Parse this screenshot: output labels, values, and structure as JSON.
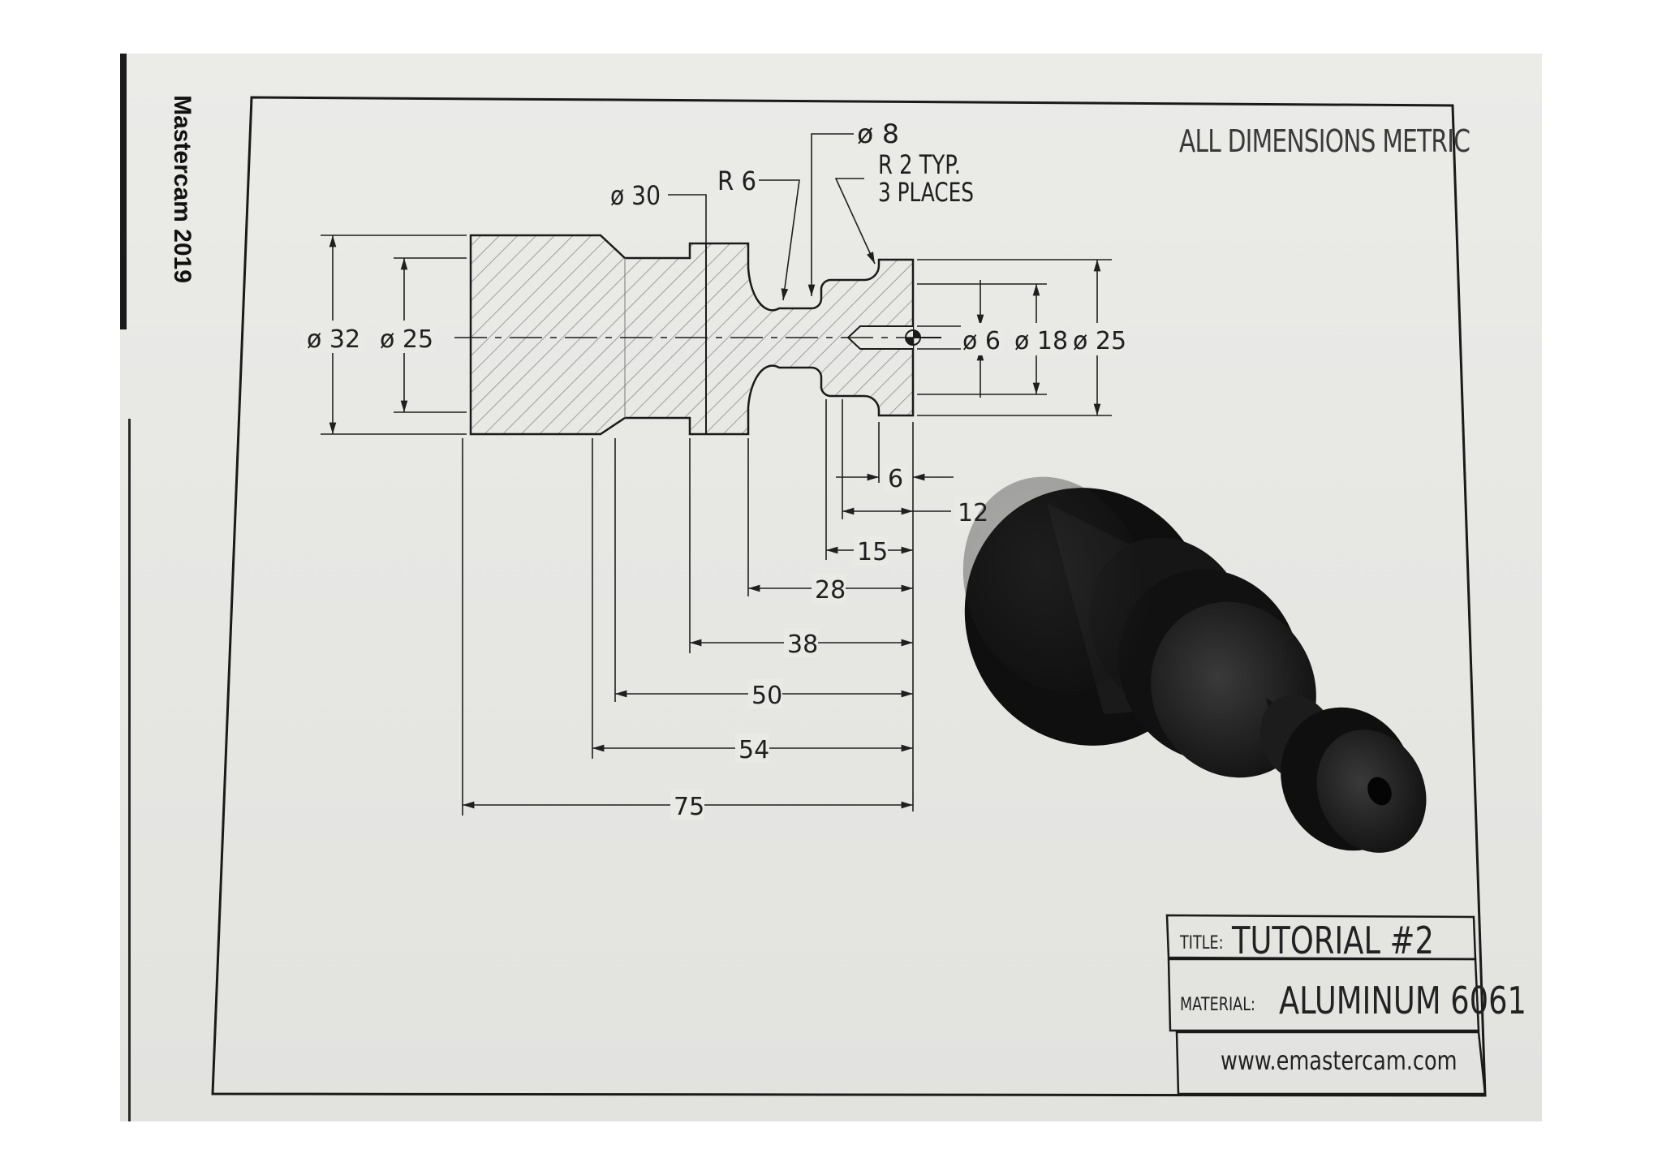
{
  "binding_text": "Mastercam 2019",
  "note": "ALL DIMENSIONS METRIC",
  "callouts": {
    "dia8": "ø 8",
    "r2_line1": "R 2 TYP.",
    "r2_line2": "3 PLACES",
    "r6": "R 6",
    "dia30": "ø 30"
  },
  "left_dims": {
    "dia32": "ø 32",
    "dia25": "ø 25"
  },
  "right_dims": {
    "dia6": "ø 6",
    "dia18": "ø 18",
    "dia25": "ø 25"
  },
  "lengths": [
    "6",
    "12",
    "15",
    "28",
    "38",
    "50",
    "54",
    "75"
  ],
  "title_block": {
    "title_label": "TITLE:",
    "title_value": "TUTORIAL #2",
    "material_label": "MATERIAL:",
    "material_value": "ALUMINUM 6061",
    "website": "www.emastercam.com"
  },
  "colors": {
    "paper": "#e8e8e5",
    "ink": "#1f1f1f",
    "hatch": "#8a8a8a",
    "part": "#141414"
  }
}
